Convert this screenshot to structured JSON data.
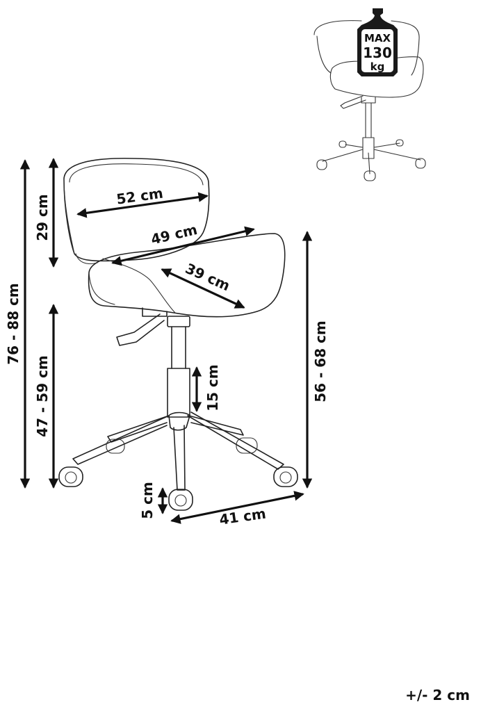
{
  "dimensions": {
    "total_height": "76 - 88 cm",
    "seat_height": "47 - 59 cm",
    "backrest_height": "29 cm",
    "backrest_width": "52 cm",
    "seat_width": "49 cm",
    "seat_depth": "39 cm",
    "gas_lift": "15 cm",
    "arm_rest_height": "56 - 68 cm",
    "caster_height": "5 cm",
    "base_width": "41 cm"
  },
  "max_load": {
    "label": "MAX",
    "value": "130",
    "unit": "kg"
  },
  "tolerance": "+/- 2 cm"
}
